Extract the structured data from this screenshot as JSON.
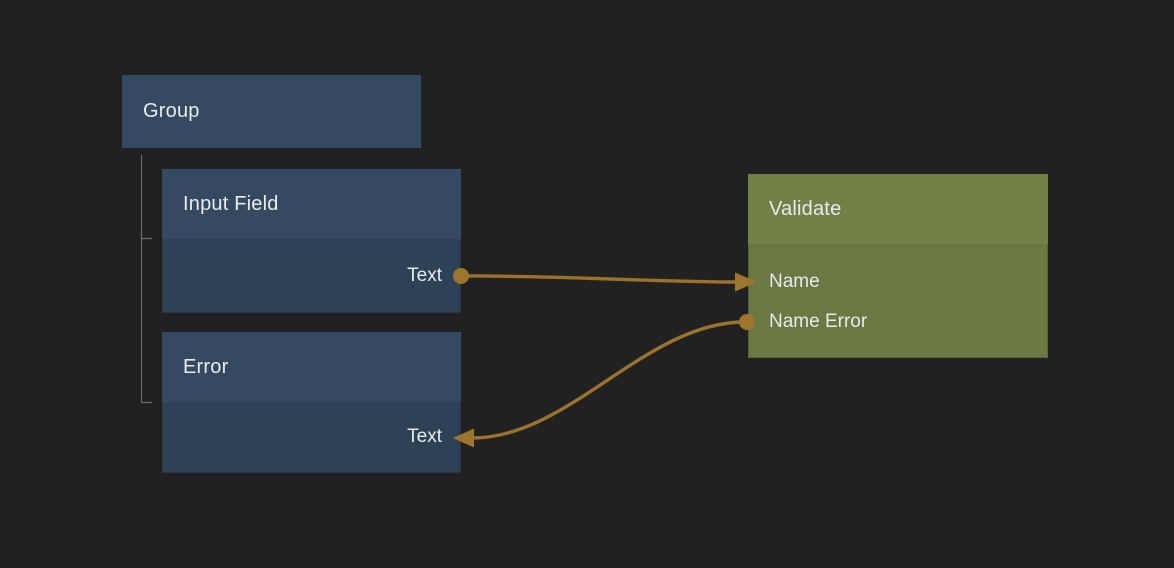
{
  "canvas": {
    "background": "#212121"
  },
  "colors": {
    "node_blue_header": "#354961",
    "node_blue_body": "#2e4256",
    "node_green_header": "#718148",
    "node_green_body": "#6a7944",
    "wire": "#9a732d",
    "port": "#9d762e",
    "tree_line": "#696b6e",
    "label_text": "#e9ebed"
  },
  "nodes": {
    "group": {
      "title": "Group",
      "children": [
        "Input Field",
        "Error"
      ]
    },
    "input_field": {
      "title": "Input Field",
      "ports": {
        "text": {
          "label": "Text",
          "side": "right",
          "kind": "output"
        }
      }
    },
    "error": {
      "title": "Error",
      "ports": {
        "text": {
          "label": "Text",
          "side": "right",
          "kind": "input"
        }
      }
    },
    "validate": {
      "title": "Validate",
      "ports": {
        "name": {
          "label": "Name",
          "side": "left",
          "kind": "input"
        },
        "name_error": {
          "label": "Name Error",
          "side": "left",
          "kind": "output"
        }
      }
    }
  },
  "edges": [
    {
      "from": "Input Field.Text",
      "to": "Validate.Name"
    },
    {
      "from": "Validate.Name Error",
      "to": "Error.Text"
    }
  ]
}
